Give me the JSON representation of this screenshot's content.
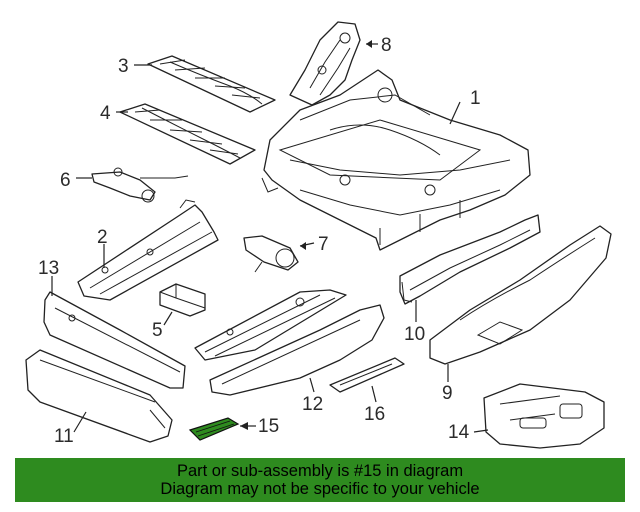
{
  "callouts": {
    "c1": "1",
    "c2": "2",
    "c3": "3",
    "c4": "4",
    "c5": "5",
    "c6": "6",
    "c7": "7",
    "c8": "8",
    "c9": "9",
    "c10": "10",
    "c11": "11",
    "c12": "12",
    "c13": "13",
    "c14": "14",
    "c15": "15",
    "c16": "16"
  },
  "highlight_color": "#2e8b1f",
  "banner": {
    "line1": "Part or sub-assembly is #15 in diagram",
    "line2": "Diagram may not be specific to your vehicle"
  }
}
